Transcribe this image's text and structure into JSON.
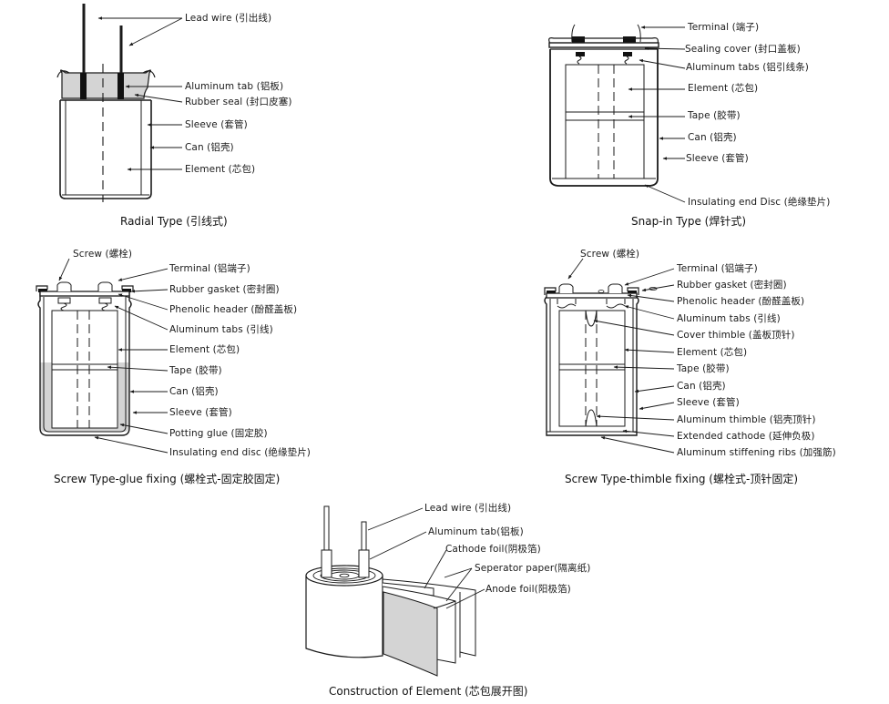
{
  "diagrams": {
    "radial": {
      "caption": "Radial Type (引线式)",
      "labels": {
        "lead_wire": "Lead wire (引出线)",
        "aluminum_tab": "Aluminum tab (铝板)",
        "rubber_seal": "Rubber seal (封口皮塞)",
        "sleeve": "Sleeve (套管)",
        "can": "Can (铝壳)",
        "element": "Element (芯包)"
      }
    },
    "snapin": {
      "caption": "Snap-in Type (焊针式)",
      "labels": {
        "terminal": "Terminal (端子)",
        "sealing_cover": "Sealing cover (封口盖板)",
        "aluminum_tabs": "Aluminum tabs (铝引线条)",
        "element": "Element (芯包)",
        "tape": "Tape (胶带)",
        "can": "Can (铝壳)",
        "sleeve": "Sleeve (套管)",
        "insulating_end_disc": "Insulating end Disc (绝缘垫片)"
      }
    },
    "screw_glue": {
      "caption": "Screw Type-glue fixing (螺栓式-固定胶固定)",
      "labels": {
        "screw": "Screw (螺栓)",
        "terminal": "Terminal (铝端子)",
        "rubber_gasket": "Rubber gasket (密封圈)",
        "phenolic_header": "Phenolic header (酚醛盖板)",
        "aluminum_tabs": "Aluminum tabs (引线)",
        "element": "Element (芯包)",
        "tape": "Tape (胶带)",
        "can": "Can (铝壳)",
        "sleeve": "Sleeve (套管)",
        "potting_glue": "Potting glue (固定胶)",
        "insulating_end_disc": "Insulating end disc (绝缘垫片)"
      }
    },
    "screw_thimble": {
      "caption": "Screw Type-thimble fixing (螺栓式-顶针固定)",
      "labels": {
        "screw": "Screw (螺栓)",
        "terminal": "Terminal (铝端子)",
        "rubber_gasket": "Rubber gasket (密封圈)",
        "phenolic_header": "Phenolic header (酚醛盖板)",
        "aluminum_tabs": "Aluminum tabs (引线)",
        "cover_thimble": "Cover thimble (盖板顶针)",
        "element": "Element (芯包)",
        "tape": "Tape (胶带)",
        "can": "Can (铝壳)",
        "sleeve": "Sleeve (套管)",
        "aluminum_thimble": "Aluminum thimble (铝壳顶针)",
        "extended_cathode": "Extended cathode (延伸负极)",
        "aluminum_stiffening_ribs": "Aluminum stiffening ribs (加强筋)"
      }
    },
    "element_construction": {
      "caption": "Construction of Element (芯包展开图)",
      "labels": {
        "lead_wire": "Lead wire (引出线)",
        "aluminum_tab": "Aluminum tab(铝板)",
        "cathode_foil": "Cathode foil(阴极箔)",
        "separator_paper": "Seperator paper(隔离纸)",
        "anode_foil": "Anode foil(阳极箔)"
      }
    }
  },
  "colors": {
    "line": "#1a1a1a",
    "fill_gray": "#d4d4d4",
    "background": "#ffffff"
  }
}
